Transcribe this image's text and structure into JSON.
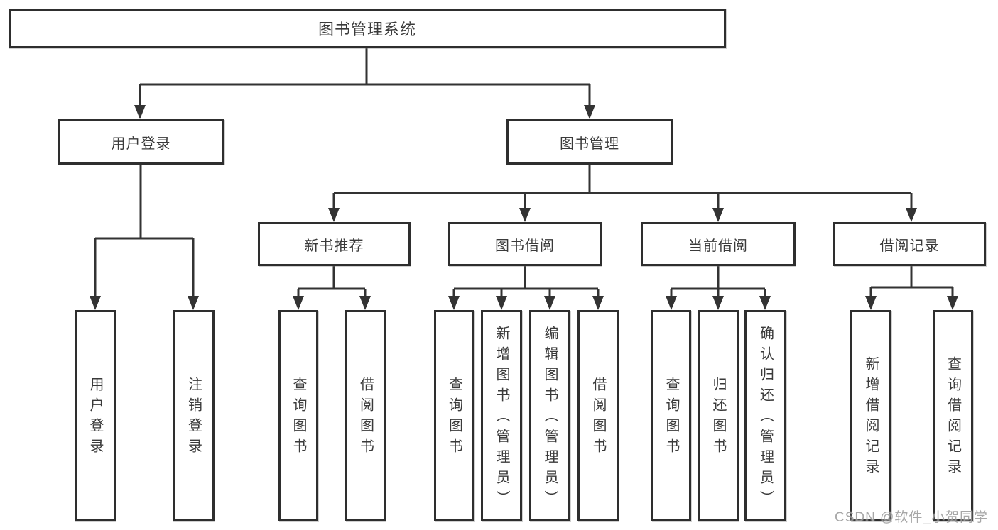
{
  "diagram": {
    "watermark": "CSDN @软件_小贺同学",
    "colors": {
      "line": "#333333",
      "box_border": "#2e2e2e",
      "text": "#3a3a3a",
      "background": "#ffffff",
      "watermark": "#949494"
    },
    "nodes": [
      {
        "id": "root",
        "label": "图书管理系统",
        "parent": null,
        "orientation": "horizontal"
      },
      {
        "id": "user-login",
        "label": "用户登录",
        "parent": "root",
        "orientation": "horizontal"
      },
      {
        "id": "book-mgmt",
        "label": "图书管理",
        "parent": "root",
        "orientation": "horizontal"
      },
      {
        "id": "new-book-rec",
        "label": "新书推荐",
        "parent": "book-mgmt",
        "orientation": "horizontal"
      },
      {
        "id": "book-borrow",
        "label": "图书借阅",
        "parent": "book-mgmt",
        "orientation": "horizontal"
      },
      {
        "id": "current-borrow",
        "label": "当前借阅",
        "parent": "book-mgmt",
        "orientation": "horizontal"
      },
      {
        "id": "borrow-records",
        "label": "借阅记录",
        "parent": "book-mgmt",
        "orientation": "horizontal"
      },
      {
        "id": "login",
        "label": "用户登录",
        "parent": "user-login",
        "orientation": "vertical"
      },
      {
        "id": "logout",
        "label": "注销登录",
        "parent": "user-login",
        "orientation": "vertical"
      },
      {
        "id": "nbr-query-books",
        "label": "查询图书",
        "parent": "new-book-rec",
        "orientation": "vertical"
      },
      {
        "id": "nbr-borrow-books",
        "label": "借阅图书",
        "parent": "new-book-rec",
        "orientation": "vertical"
      },
      {
        "id": "bb-query-books",
        "label": "查询图书",
        "parent": "book-borrow",
        "orientation": "vertical"
      },
      {
        "id": "bb-add-books",
        "label": "新增图书（管理员）",
        "parent": "book-borrow",
        "orientation": "vertical"
      },
      {
        "id": "bb-edit-books",
        "label": "编辑图书（管理员）",
        "parent": "book-borrow",
        "orientation": "vertical"
      },
      {
        "id": "bb-borrow-books",
        "label": "借阅图书",
        "parent": "book-borrow",
        "orientation": "vertical"
      },
      {
        "id": "cb-query-books",
        "label": "查询图书",
        "parent": "current-borrow",
        "orientation": "vertical"
      },
      {
        "id": "cb-return-books",
        "label": "归还图书",
        "parent": "current-borrow",
        "orientation": "vertical"
      },
      {
        "id": "cb-confirm-return",
        "label": "确认归还（管理员）",
        "parent": "current-borrow",
        "orientation": "vertical"
      },
      {
        "id": "br-add-record",
        "label": "新增借阅记录",
        "parent": "borrow-records",
        "orientation": "vertical"
      },
      {
        "id": "br-query-record",
        "label": "查询借阅记录",
        "parent": "borrow-records",
        "orientation": "vertical"
      }
    ]
  }
}
